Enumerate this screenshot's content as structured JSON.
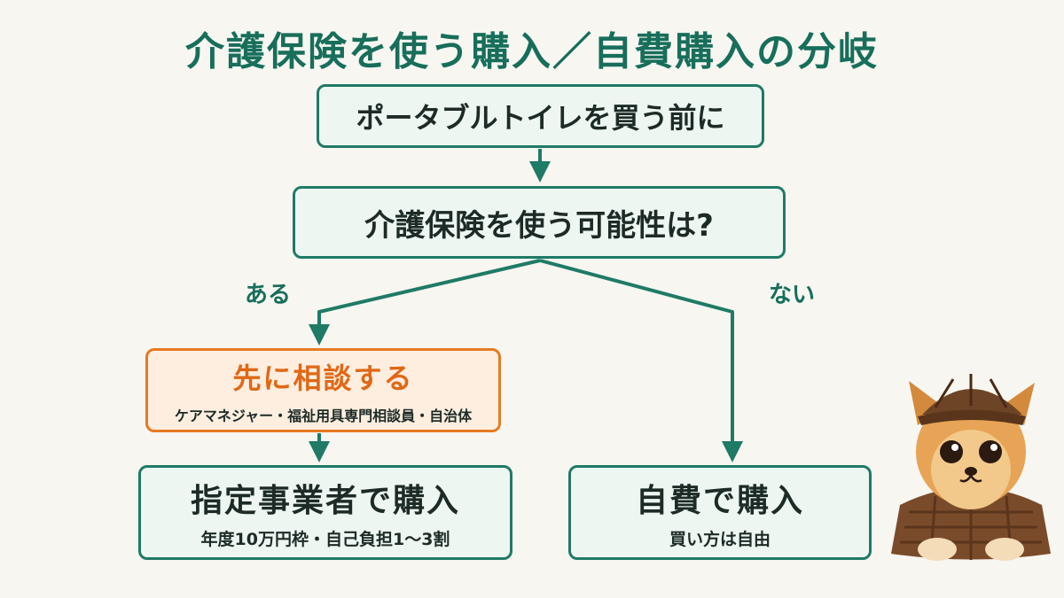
{
  "title": "介護保険を使う購入／自費購入の分岐",
  "nodes": {
    "start": "ポータブルトイレを買う前に",
    "question": "介護保険を使う可能性は?",
    "consult": {
      "main": "先に相談する",
      "sub": "ケアマネジャー・福祉用具専門相談員・自治体"
    },
    "left_buy": {
      "main": "指定事業者で購入",
      "sub": "年度10万円枠・自己負担1～3割"
    },
    "right_buy": {
      "main": "自費で購入",
      "sub": "買い方は自由"
    }
  },
  "branches": {
    "yes": "ある",
    "no": "ない"
  },
  "colors": {
    "primary": "#1f7a66",
    "title": "#176e5b",
    "accent": "#e67a22",
    "node_fill": "#eef6f1",
    "accent_fill": "#fdeee0"
  },
  "mascot": "dog-detective-icon"
}
